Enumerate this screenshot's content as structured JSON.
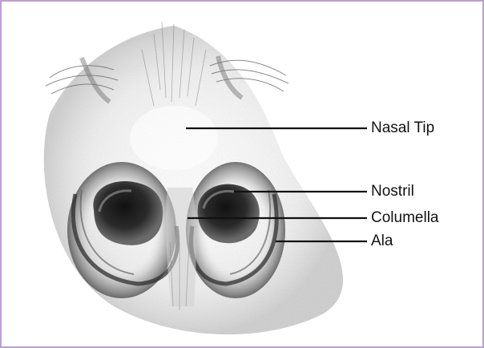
{
  "diagram": {
    "subject": "nose-underside-sketch",
    "labels": {
      "nasal_tip": "Nasal Tip",
      "nostril": "Nostril",
      "columella": "Columella",
      "ala": "Ala"
    },
    "colors": {
      "frame_border": "#b9a2cf",
      "ink": "#111111",
      "shading": "#6b6b6b"
    }
  }
}
